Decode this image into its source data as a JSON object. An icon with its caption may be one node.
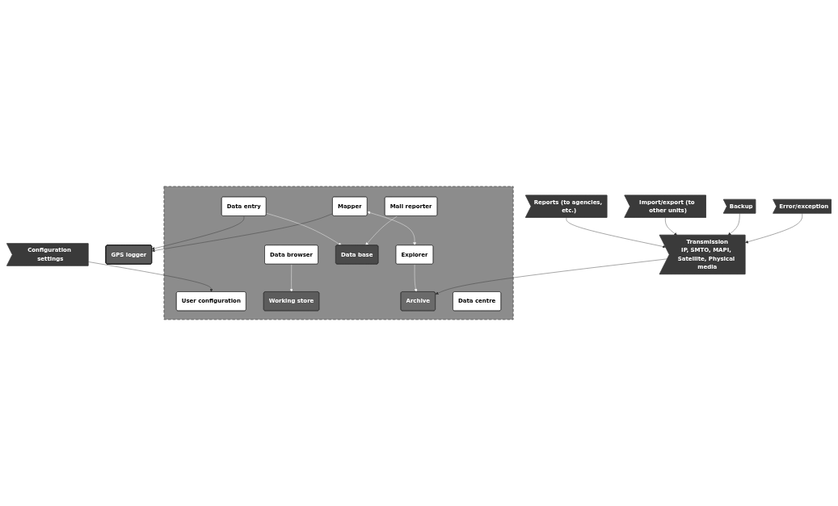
{
  "diagram": {
    "nodes": [
      {
        "text": [
          "GPS logger"
        ]
      },
      {
        "text": [],
        "shape": "box"
      },
      {
        "text": [
          "Data entry"
        ],
        "in": 1
      },
      {
        "text": [
          "Data browser"
        ],
        "in": 1
      },
      {
        "text": [
          "Mapper"
        ],
        "in": 1
      },
      {
        "text": [
          "User configuration"
        ],
        "in": 1
      },
      {
        "text": [
          "Data base"
        ],
        "in": 1
      },
      {
        "text": [
          "Working store"
        ],
        "in": 1
      },
      {
        "text": [
          "Archive"
        ],
        "in": 1
      },
      {
        "text": [
          "Mail reporter"
        ],
        "in": 1
      },
      {
        "text": [
          "Data centre"
        ],
        "in": 1
      },
      {
        "text": [
          "Explorer"
        ],
        "in": 1
      },
      {
        "text": [
          "Configuration settings"
        ]
      },
      {
        "text": [
          "Transmission",
          "IP, SMTO, MAPI, Satellite, Physical media"
        ]
      },
      {
        "text": [
          "Reports (to agencies, etc.)"
        ]
      },
      {
        "text": [
          "Import/export (to other units)"
        ]
      },
      {
        "text": [
          "Backup"
        ]
      },
      {
        "text": [
          "Error/exception"
        ]
      }
    ],
    "edges": [
      {
        "from": 2,
        "to": 0,
        "arrow": "to"
      },
      {
        "from": 4,
        "to": 0,
        "arrow": "to"
      },
      {
        "from": 2,
        "to": 6,
        "arrow": "to",
        "color": "#ffffff"
      },
      {
        "from": 3,
        "to": 7,
        "arrow": "to",
        "color": "#ffffff"
      },
      {
        "from": 9,
        "to": 6,
        "arrow": "to",
        "color": "#ffffff"
      },
      {
        "from": 11,
        "to": 8,
        "arrow": "to",
        "color": "#ffffff"
      },
      {
        "from": 4,
        "to": 11,
        "arrow": "both",
        "color": "#ffffff"
      },
      {
        "from": 12,
        "to": 5,
        "arrow": "to"
      },
      {
        "from": 13,
        "to": 8,
        "arrow": "to"
      },
      {
        "from": 14,
        "to": 13,
        "arrow": "to"
      },
      {
        "from": 15,
        "to": 13,
        "arrow": "to"
      },
      {
        "from": 16,
        "to": 13,
        "arrow": "to"
      },
      {
        "from": 17,
        "to": 13,
        "arrow": "to"
      }
    ]
  }
}
